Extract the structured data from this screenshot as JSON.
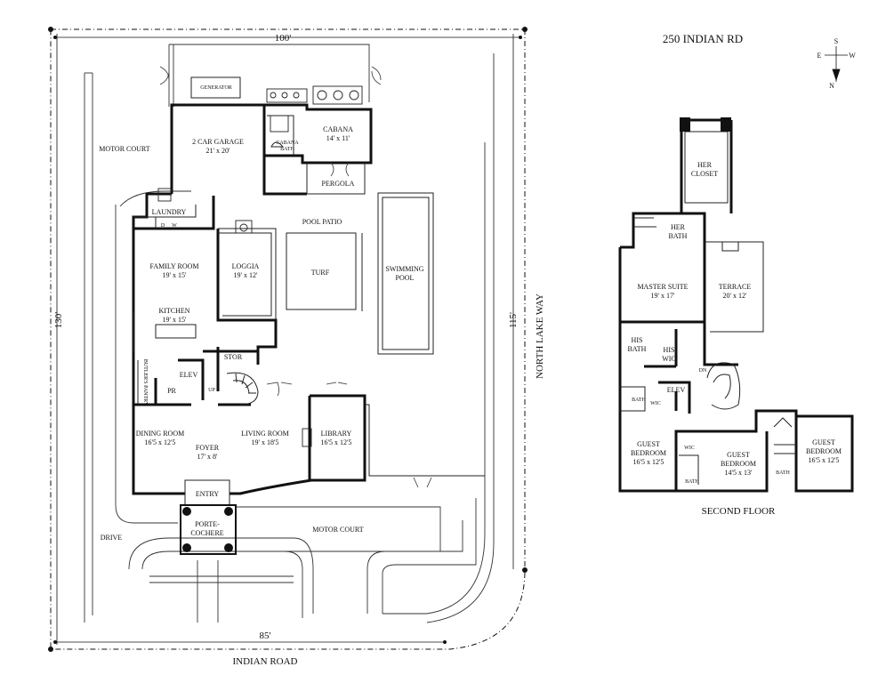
{
  "title": "250 INDIAN RD",
  "compass": {
    "s": "S",
    "e": "E",
    "w": "W",
    "n": "N"
  },
  "streets": {
    "indian_road": "INDIAN ROAD",
    "north_lake_way": "NORTH LAKE WAY"
  },
  "dimensions": {
    "top": "100'",
    "bottom": "85'",
    "left": "130'",
    "right": "115'"
  },
  "site": {
    "motor_court_nw": "MOTOR COURT",
    "motor_court_s": "MOTOR COURT",
    "drive": "DRIVE"
  },
  "first_floor": {
    "generator": "GENERATOR",
    "garage": {
      "name": "2 CAR GARAGE",
      "size": "21' x 20'"
    },
    "cabana_bath": {
      "name1": "CABANA",
      "name2": "BATH"
    },
    "cabana": {
      "name": "CABANA",
      "size": "14' x 11'"
    },
    "pergola": "PERGOLA",
    "laundry": "LAUNDRY",
    "dw": {
      "d": "D",
      "w": "W"
    },
    "pool_patio": "POOL PATIO",
    "family_room": {
      "name": "FAMILY ROOM",
      "size": "19' x 15'"
    },
    "loggia": {
      "name": "LOGGIA",
      "size": "19' x 12'"
    },
    "turf": "TURF",
    "swimming_pool": {
      "line1": "SWIMMING",
      "line2": "POOL"
    },
    "kitchen": {
      "name": "KITCHEN",
      "size": "19' x 15'"
    },
    "stor": "STOR",
    "butlers_pantry": "BUTLER'S PANTRY",
    "elev": "ELEV",
    "pr": "PR",
    "up": "UP",
    "dining_room": {
      "name": "DINING ROOM",
      "size": "16'5 x 12'5"
    },
    "living_room": {
      "name": "LIVING ROOM",
      "size": "19' x 18'5"
    },
    "library": {
      "name": "LIBRARY",
      "size": "16'5 x 12'5"
    },
    "foyer": {
      "name": "FOYER",
      "size": "17' x 8'"
    },
    "entry": "ENTRY",
    "porte_cochere": {
      "line1": "PORTE-",
      "line2": "COCHERE"
    }
  },
  "second_floor": {
    "label": "SECOND FLOOR",
    "her_closet": {
      "line1": "HER",
      "line2": "CLOSET"
    },
    "her_bath": {
      "line1": "HER",
      "line2": "BATH"
    },
    "master_suite": {
      "name": "MASTER SUITE",
      "size": "19' x 17'"
    },
    "terrace": {
      "name": "TERRACE",
      "size": "20' x 12'"
    },
    "his_bath": {
      "line1": "HIS",
      "line2": "BATH"
    },
    "his_wic": {
      "line1": "HIS",
      "line2": "WIC"
    },
    "dn": "DN",
    "elev": "ELEV",
    "bath_small": "BATH",
    "wic": "WIC",
    "guest1": {
      "name1": "GUEST",
      "name2": "BEDROOM",
      "size": "16'5 x 12'5"
    },
    "guest2": {
      "name1": "GUEST",
      "name2": "BEDROOM",
      "size": "14'5 x 13'"
    },
    "guest3": {
      "name1": "GUEST",
      "name2": "BEDROOM",
      "size": "16'5 x 12'5"
    },
    "bath_a": "BATH",
    "bath_b": "BATH",
    "wic_b": "WIC"
  }
}
